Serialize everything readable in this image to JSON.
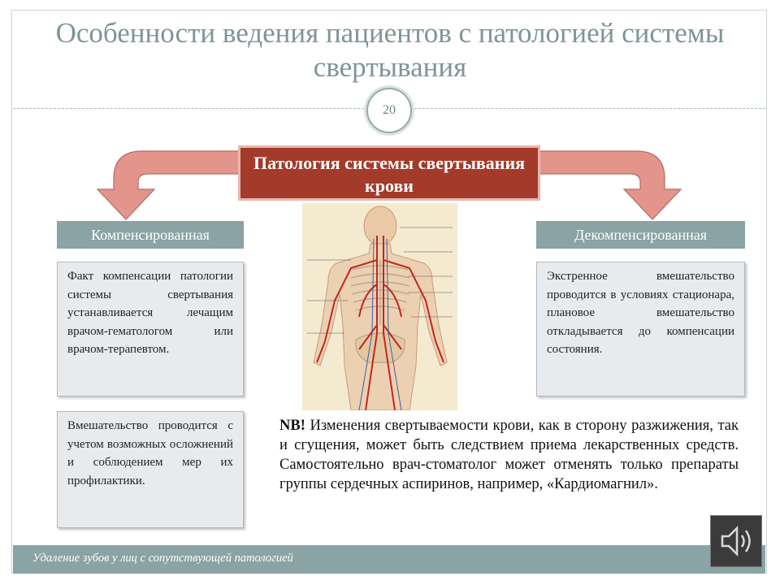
{
  "title": "Особенности ведения пациентов с патологией системы свертывания",
  "page_number": "20",
  "center_box": "Патология системы свертывания крови",
  "labels": {
    "left": "Компенсированная",
    "right": "Декомпенсированная"
  },
  "cards": {
    "left_top": "Факт компенсации патологии системы свертывания устанавливается лечащим врачом-гематологом или врачом-терапевтом.",
    "left_bottom": "Вмешательство проводится с учетом возможных осложнений и соблюдением мер их профилактики.",
    "right_top": "Экстренное вмешательство проводится в условиях стационара, плановое вмешательство откладывается до компенсации состояния."
  },
  "nb": {
    "prefix": "NB!",
    "text": " Изменения свертываемости крови, как в сторону разжижения, так и сгущения, может быть следствием приема лекарственных средств. Самостоятельно врач-стоматолог может отменять только препараты группы сердечных аспиринов, например, «Кардиомагнил»."
  },
  "footer": "Удаление зубов у лиц с сопутствующей патологией",
  "icons": {
    "image": "circulatory-system-illustration",
    "sound": "speaker-icon"
  },
  "colors": {
    "accent": "#a33a2a",
    "arrow": "#e3958c",
    "label_bg": "#8aa3a4",
    "title": "#7f9496"
  }
}
